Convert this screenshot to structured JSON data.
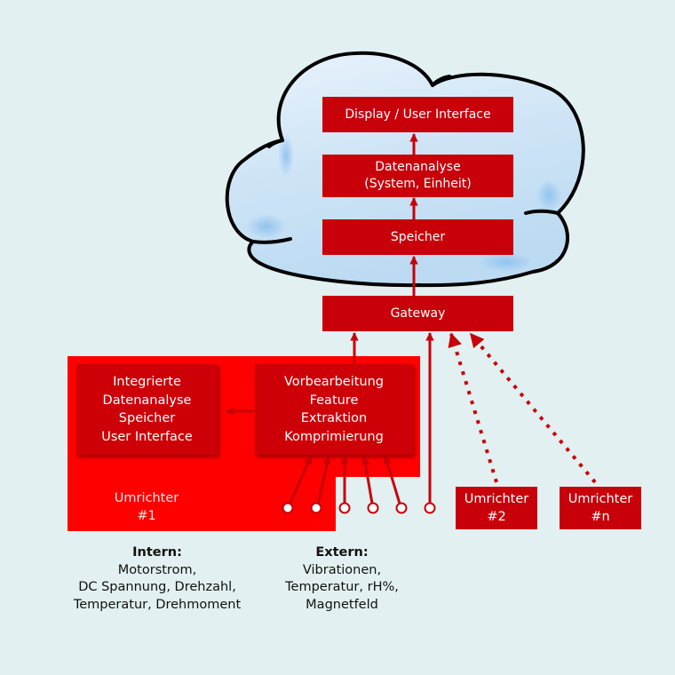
{
  "colors": {
    "background": "#e2f0f1",
    "box_red": "#c8000a",
    "umrichter1_red": "#ff0000",
    "cloud_fill": "#c6e0f3",
    "cloud_outline": "#000000",
    "text_on_red": "#ffffff",
    "caption_text": "#111111"
  },
  "cloud": {
    "boxes": [
      {
        "id": "display",
        "lines": [
          "Display / User Interface"
        ]
      },
      {
        "id": "datenanalyse",
        "lines": [
          "Datenanalyse",
          "(System, Einheit)"
        ]
      },
      {
        "id": "speicher",
        "lines": [
          "Speicher"
        ]
      }
    ]
  },
  "gateway": {
    "label": "Gateway"
  },
  "umrichter1": {
    "label_lines": [
      "Umrichter",
      "#1"
    ],
    "integrated_box": {
      "lines": [
        "Integrierte",
        "Datenanalyse",
        "Speicher",
        "User Interface"
      ]
    },
    "processing_box": {
      "lines": [
        "Vorbearbeitung",
        "Feature",
        "Extraktion",
        "Komprimierung"
      ]
    },
    "inputs_internal": 2,
    "inputs_external": 3
  },
  "external_sensor_direct": 1,
  "umrichter2": {
    "label_lines": [
      "Umrichter",
      "#2"
    ]
  },
  "umrichterN": {
    "label_lines": [
      "Umrichter",
      "#n"
    ]
  },
  "captions": {
    "intern": {
      "heading": "Intern:",
      "lines": [
        "Motorstrom,",
        "DC Spannung, Drehzahl,",
        "Temperatur, Drehmoment"
      ]
    },
    "extern": {
      "heading": "Extern:",
      "lines": [
        "Vibrationen,",
        "Temperatur, rH%,",
        "Magnetfeld"
      ]
    }
  }
}
